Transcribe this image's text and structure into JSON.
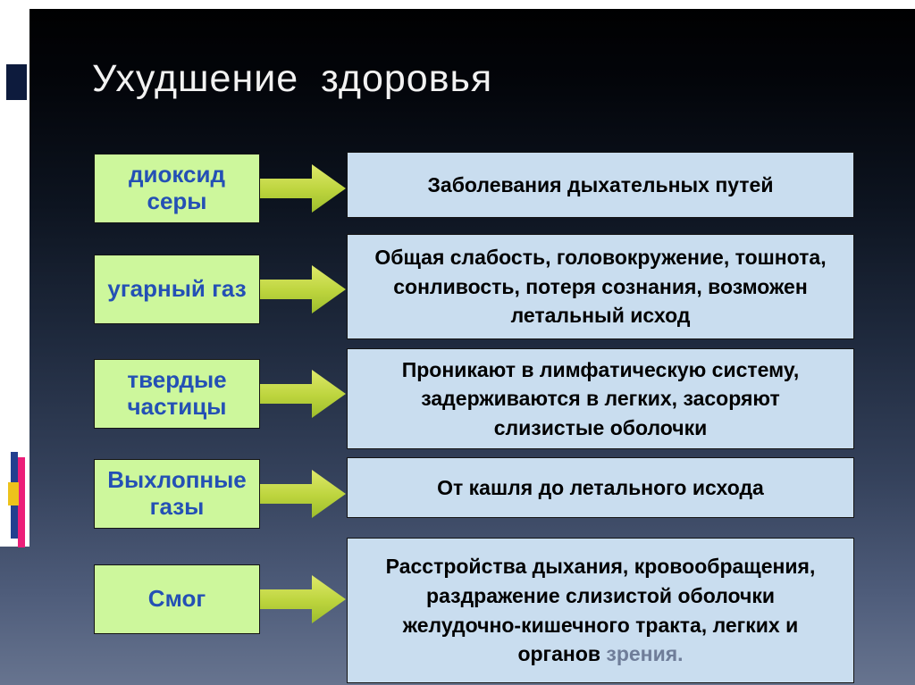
{
  "title": "Ухудшение здоровья",
  "rows": [
    {
      "cause": "диоксид серы",
      "effect": "Заболевания дыхательных путей"
    },
    {
      "cause": "угарный газ",
      "effect": "Общая слабость, головокружение, тошнота, сонливость, потеря сознания, возможен летальный исход"
    },
    {
      "cause": "твердые частицы",
      "effect": "Проникают в лимфатическую систему, задерживаются в легких, засоряют слизистые оболочки"
    },
    {
      "cause": "Выхлопные газы",
      "effect": "От кашля до летального исхода"
    },
    {
      "cause": "Смог",
      "effect": "Расстройства дыхания, кровообращения, раздражение слизистой оболочки желудочно-кишечного тракта, легких и органов",
      "effect_tail": "зрения."
    }
  ],
  "colors": {
    "title_text": "#f2f2f2",
    "cause_box_bg": "#cdf79c",
    "cause_text": "#2450b5",
    "effect_box_bg": "#c9ddef",
    "effect_text": "#000000",
    "arrow_light": "#dfe96a",
    "arrow_dark": "#9dbd2c"
  }
}
